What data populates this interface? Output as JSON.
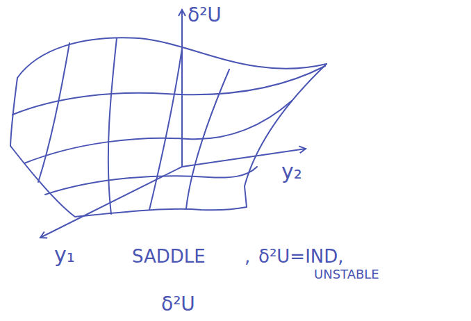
{
  "diagram": {
    "labels": [
      "δ²U",
      "y₂",
      "y₁",
      "SADDLE",
      ",",
      "δ²U=IND,",
      "UNSTABLE",
      "δ²U"
    ]
  }
}
